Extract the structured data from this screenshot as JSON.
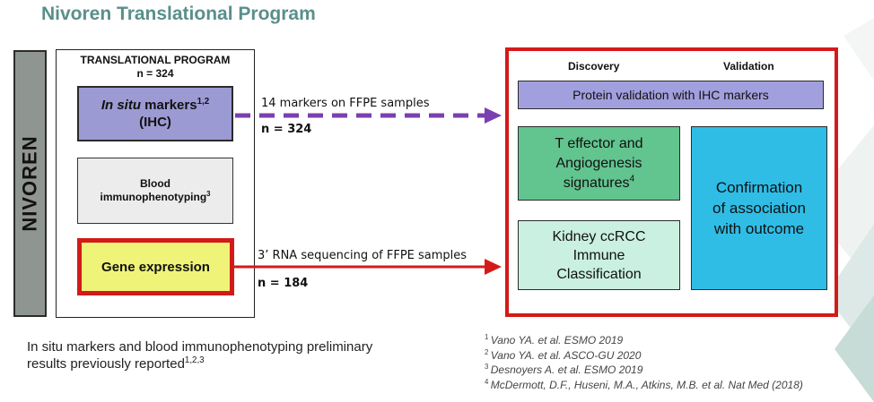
{
  "title": "Nivoren Translational Program",
  "nivoren_label": "NIVOREN",
  "translational_program": {
    "header": "TRANSLATIONAL PROGRAM",
    "n": "n = 324",
    "in_situ": {
      "italic": "In situ",
      "text": " markers",
      "sup": "1,2",
      "line2": "(IHC)"
    },
    "blood": {
      "line1": "Blood",
      "line2": "immunophenotyping",
      "sup": "3"
    },
    "gene_expression": "Gene expression"
  },
  "arrows": {
    "top": {
      "label": "14 markers on FFPE samples",
      "n": "n = 324",
      "color": "#7a3fb0"
    },
    "bottom": {
      "label": "3’ RNA sequencing of FFPE samples",
      "n": "n = 184",
      "color": "#d31a1a"
    }
  },
  "right_panel": {
    "discovery_header": "Discovery",
    "validation_header": "Validation",
    "protein_validation": "Protein validation with IHC markers",
    "t_effector": {
      "line1": "T effector and",
      "line2": "Angiogenesis",
      "line3": "signatures",
      "sup": "4"
    },
    "kidney": {
      "line1": "Kidney ccRCC",
      "line2": "Immune",
      "line3": "Classification"
    },
    "confirmation": {
      "line1": "Confirmation",
      "line2": "of association",
      "line3": "with outcome"
    }
  },
  "footnote_text": {
    "line1": "In situ markers and blood immunophenotyping preliminary",
    "line2": "results previously reported",
    "sup": "1,2,3"
  },
  "references": [
    {
      "num": "1",
      "text": "Vano YA. et al. ESMO 2019"
    },
    {
      "num": "2",
      "text": "Vano YA. et al. ASCO-GU 2020"
    },
    {
      "num": "3",
      "text": "Desnoyers A. et al. ESMO 2019"
    },
    {
      "num": "4",
      "text": "McDermott, D.F., Huseni, M.A., Atkins, M.B. et al. Nat Med  (2018)"
    }
  ],
  "colors": {
    "title": "#5a8f8b",
    "red_border": "#d31a1a",
    "purple_box": "#9b9ad3",
    "green_box": "#62c48f",
    "light_green_box": "#c9f0e0",
    "blue_box": "#2fbde6",
    "yellow_box": "#eff378"
  }
}
